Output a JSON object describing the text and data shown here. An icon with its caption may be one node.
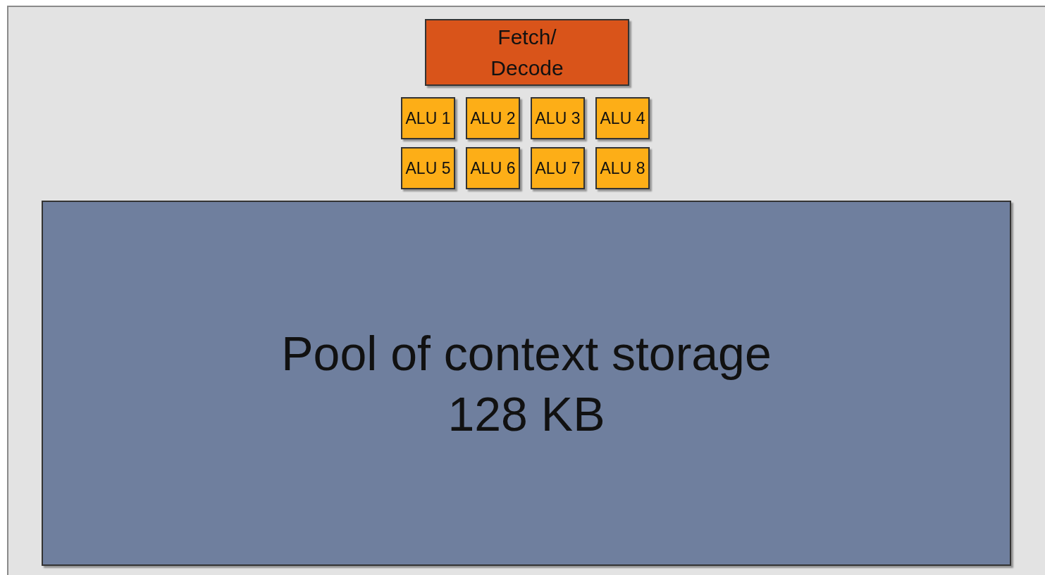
{
  "diagram": {
    "nodes": [
      {
        "text": [
          "Fetch/ Decode"
        ]
      },
      {
        "text": [
          "ALU 1"
        ]
      },
      {
        "text": [
          "ALU 2"
        ]
      },
      {
        "text": [
          "ALU 3"
        ]
      },
      {
        "text": [
          "ALU 4"
        ]
      },
      {
        "text": [
          "ALU 5"
        ]
      },
      {
        "text": [
          "ALU 6"
        ]
      },
      {
        "text": [
          "ALU 7"
        ]
      },
      {
        "text": [
          "ALU 8"
        ]
      },
      {
        "text": [
          "Pool of context storage",
          "128 KB"
        ]
      }
    ]
  }
}
